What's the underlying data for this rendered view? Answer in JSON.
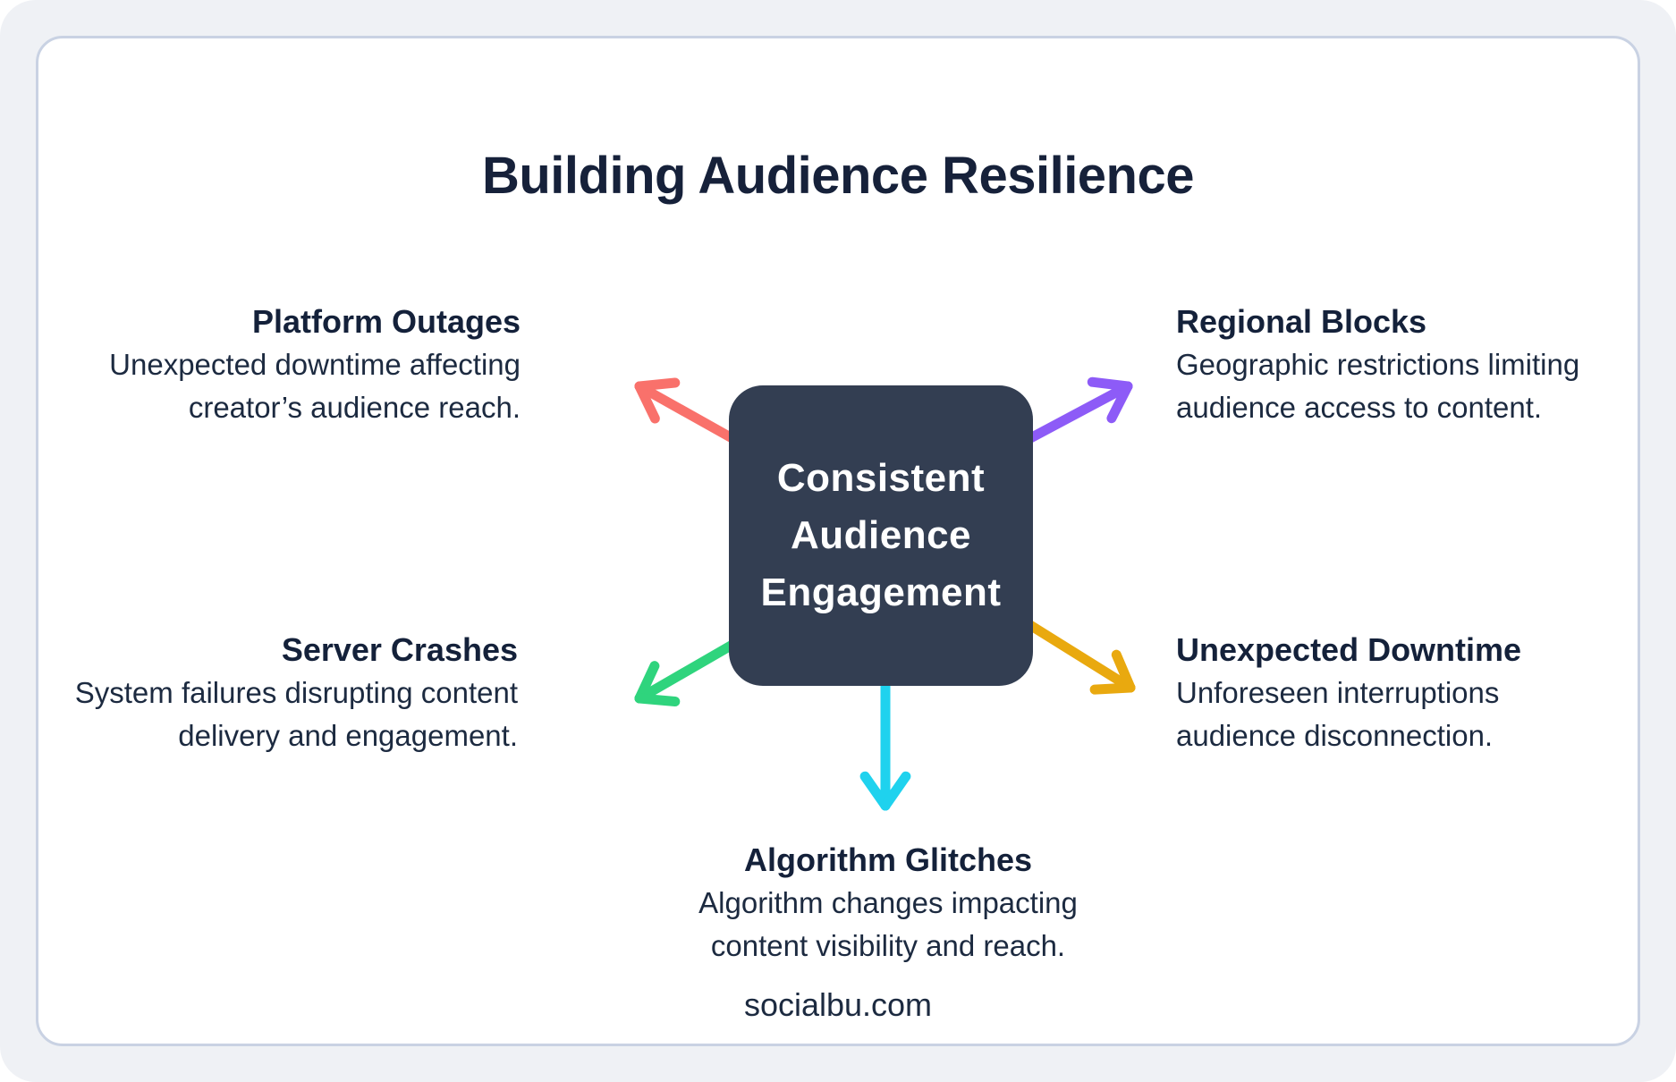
{
  "title": "Building Audience Resilience",
  "center": {
    "label": "Consistent\nAudience\nEngagement",
    "bg_color": "#333E52",
    "text_color": "#FFFFFF"
  },
  "nodes": [
    {
      "title": "Platform Outages",
      "body": "Unexpected downtime affecting\ncreator’s audience reach.",
      "arrow_color": "#F9716B"
    },
    {
      "title": "Regional Blocks",
      "body": "Geographic restrictions limiting\naudience access to content.",
      "arrow_color": "#8D5BF7"
    },
    {
      "title": "Server Crashes",
      "body": "System failures disrupting content\ndelivery and engagement.",
      "arrow_color": "#2FD47D"
    },
    {
      "title": "Unexpected Downtime",
      "body": "Unforeseen interruptions\naudience disconnection.",
      "arrow_color": "#E9A90F"
    },
    {
      "title": "Algorithm Glitches",
      "body": "Algorithm changes impacting\ncontent visibility and reach.",
      "arrow_color": "#1FD2EE"
    }
  ],
  "footer": "socialbu.com",
  "colors": {
    "outer_background": "#EFF1F5",
    "card_background": "#FFFFFF",
    "card_border": "#C9D2E3",
    "heading_text": "#14213A",
    "body_text": "#1C2A40"
  }
}
